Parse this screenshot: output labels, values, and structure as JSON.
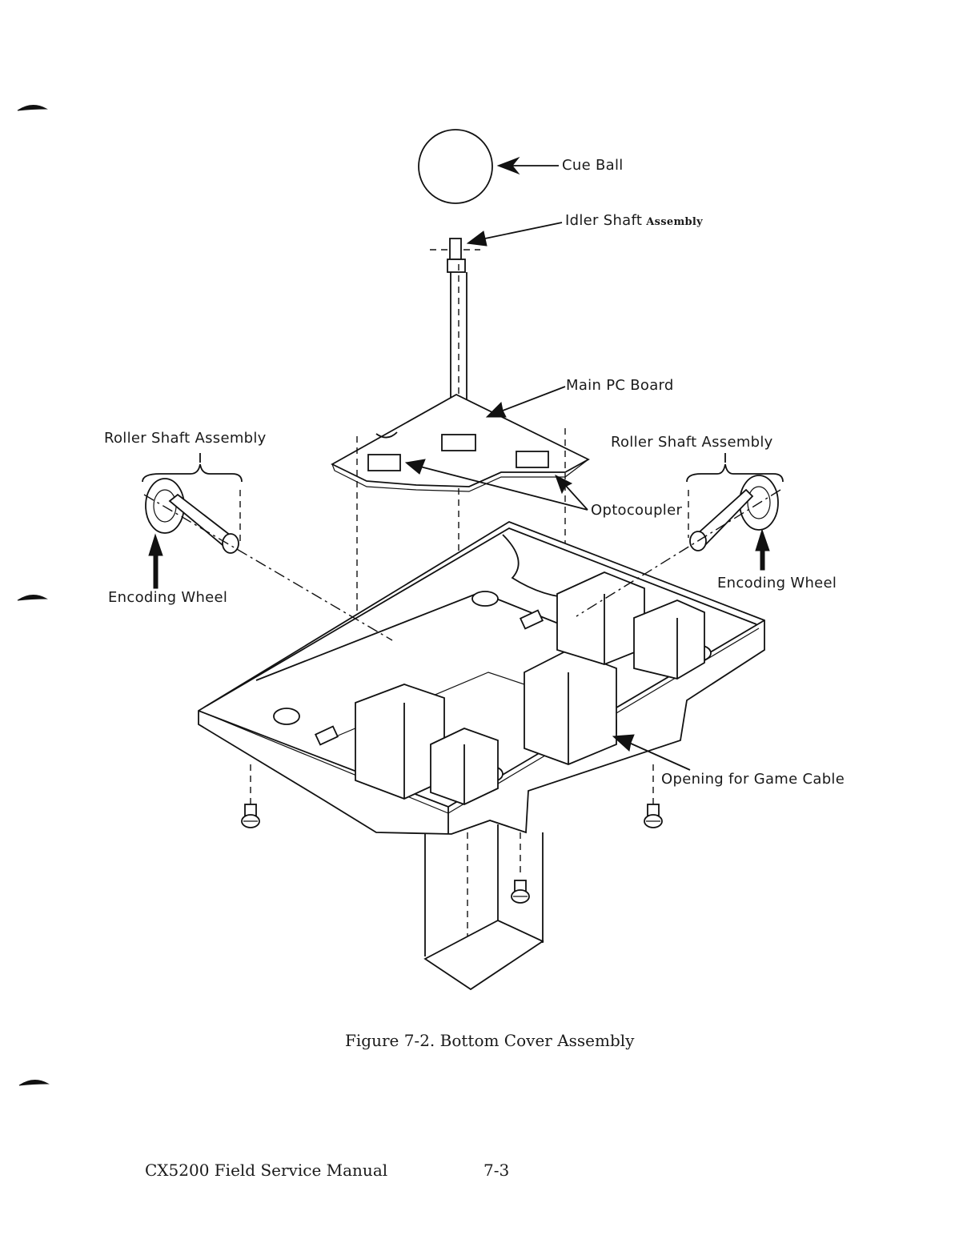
{
  "labels": {
    "cue_ball": "Cue Ball",
    "idler_shaft_main": "Idler Shaft",
    "idler_shaft_suffix": "Assembly",
    "main_pc_board": "Main PC Board",
    "roller_shaft_left": "Roller Shaft Assembly",
    "roller_shaft_right": "Roller Shaft Assembly",
    "optocoupler": "Optocoupler",
    "encoding_wheel_left": "Encoding Wheel",
    "encoding_wheel_right": "Encoding Wheel",
    "game_cable_opening": "Opening for Game Cable"
  },
  "caption": "Figure 7-2.  Bottom Cover Assembly",
  "footer": {
    "manual_title": "CX5200 Field Service Manual",
    "page_number": "7-3"
  }
}
